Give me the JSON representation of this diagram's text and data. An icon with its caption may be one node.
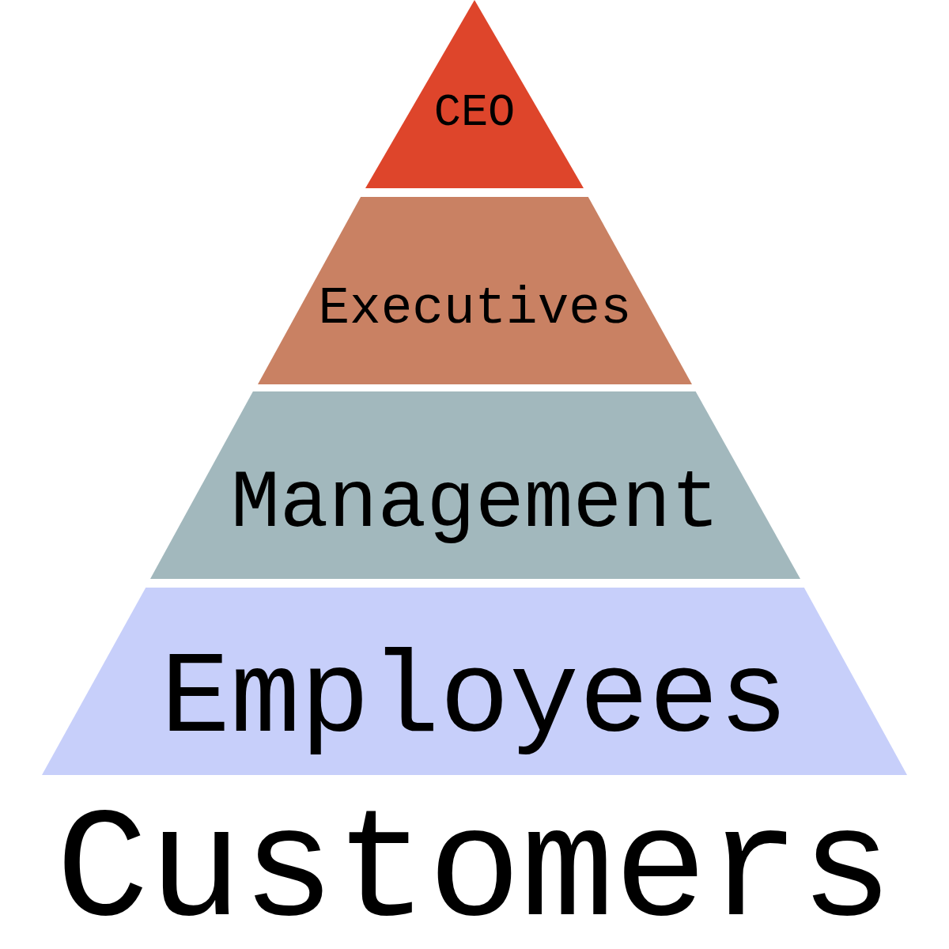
{
  "diagram": {
    "nodes": [
      {
        "text": [
          "CEO"
        ]
      },
      {
        "text": [
          "Executives"
        ]
      },
      {
        "text": [
          "Management"
        ]
      },
      {
        "text": [
          "Employees"
        ]
      }
    ],
    "edges": [],
    "labels": [
      "Customers"
    ]
  }
}
